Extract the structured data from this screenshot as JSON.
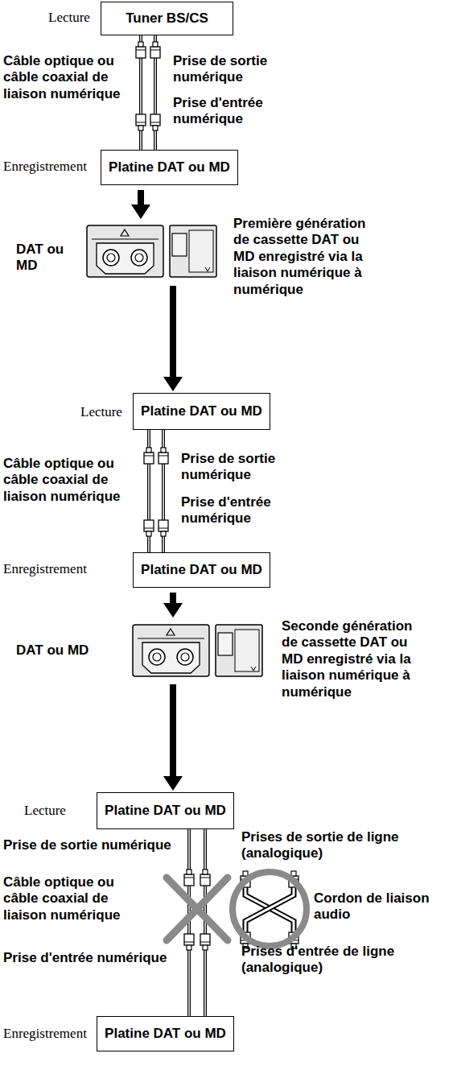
{
  "diagram": {
    "nodes": [
      {
        "text": [
          "Tuner BS/CS"
        ]
      },
      {
        "text": [
          "Platine DAT ou MD"
        ]
      },
      {
        "text": [
          "Platine DAT ou MD"
        ]
      },
      {
        "text": [
          "Platine DAT ou MD"
        ]
      },
      {
        "text": [
          "Platine DAT ou MD"
        ]
      },
      {
        "text": [
          "Platine DAT ou MD"
        ]
      }
    ],
    "edges": [
      {
        "from": 0,
        "to": 1,
        "arrow": "none"
      },
      {
        "from": 1,
        "to": 2,
        "arrow": "to"
      },
      {
        "from": 2,
        "to": 3,
        "arrow": "none"
      },
      {
        "from": 3,
        "to": 4,
        "arrow": "to"
      },
      {
        "from": 4,
        "to": 5,
        "arrow": "none"
      }
    ],
    "labels": [
      "Lecture",
      "Câble optique ou câble coaxial de liaison numérique",
      "Prise de sortie numérique",
      "Prise d'entrée numérique",
      "Enregistrement",
      "DAT ou MD",
      "Première génération de cassette DAT ou MD enregistré via la liaison numérique à numérique",
      "Lecture",
      "Câble optique ou câble coaxial de liaison numérique",
      "Prise de sortie numérique",
      "Prise d'entrée numérique",
      "Enregistrement",
      "DAT ou MD",
      "Seconde génération de cassette DAT ou MD enregistré via la liaison numérique à numérique",
      "Lecture",
      "Prise de sortie numérique",
      "Prises de sortie de ligne (analogique)",
      "Câble optique ou câble coaxial de liaison numérique",
      "Cordon de liaison audio",
      "Prise d'entrée numérique",
      "Prises d'entrée de ligne (analogique)",
      "Enregistrement"
    ]
  }
}
